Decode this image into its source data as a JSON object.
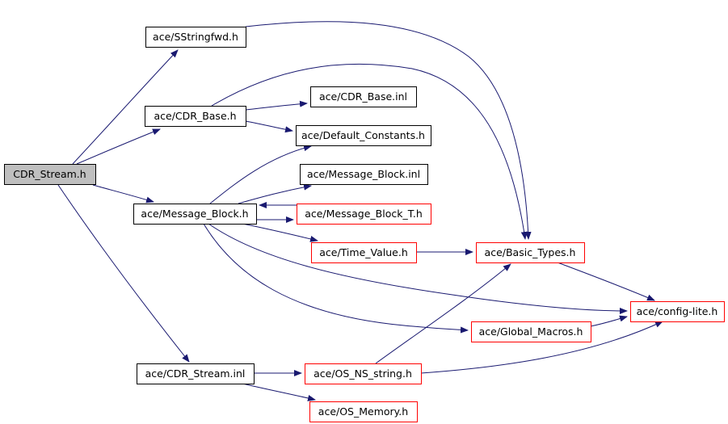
{
  "diagram": {
    "type": "include-dependency-graph",
    "colors": {
      "edge": "#191970",
      "root_fill": "#bfbfbf",
      "node_border_documented": "#000000",
      "node_border_undocumented": "#ff0000"
    },
    "nodes": [
      {
        "id": "cdr_stream_h",
        "label": "CDR_Stream.h",
        "style": "root"
      },
      {
        "id": "sstringfwd_h",
        "label": "ace/SStringfwd.h",
        "style": "black"
      },
      {
        "id": "cdr_base_h",
        "label": "ace/CDR_Base.h",
        "style": "black"
      },
      {
        "id": "cdr_base_inl",
        "label": "ace/CDR_Base.inl",
        "style": "black"
      },
      {
        "id": "default_constants_h",
        "label": "ace/Default_Constants.h",
        "style": "black"
      },
      {
        "id": "message_block_inl",
        "label": "ace/Message_Block.inl",
        "style": "black"
      },
      {
        "id": "message_block_h",
        "label": "ace/Message_Block.h",
        "style": "black"
      },
      {
        "id": "message_block_t_h",
        "label": "ace/Message_Block_T.h",
        "style": "red"
      },
      {
        "id": "time_value_h",
        "label": "ace/Time_Value.h",
        "style": "red"
      },
      {
        "id": "basic_types_h",
        "label": "ace/Basic_Types.h",
        "style": "red"
      },
      {
        "id": "config_lite_h",
        "label": "ace/config-lite.h",
        "style": "red"
      },
      {
        "id": "global_macros_h",
        "label": "ace/Global_Macros.h",
        "style": "red"
      },
      {
        "id": "cdr_stream_inl",
        "label": "ace/CDR_Stream.inl",
        "style": "black"
      },
      {
        "id": "os_ns_string_h",
        "label": "ace/OS_NS_string.h",
        "style": "red"
      },
      {
        "id": "os_memory_h",
        "label": "ace/OS_Memory.h",
        "style": "red"
      }
    ],
    "edges": [
      {
        "from": "cdr_stream_h",
        "to": "sstringfwd_h"
      },
      {
        "from": "cdr_stream_h",
        "to": "cdr_base_h"
      },
      {
        "from": "cdr_stream_h",
        "to": "message_block_h"
      },
      {
        "from": "cdr_stream_h",
        "to": "cdr_stream_inl"
      },
      {
        "from": "sstringfwd_h",
        "to": "basic_types_h"
      },
      {
        "from": "cdr_base_h",
        "to": "basic_types_h"
      },
      {
        "from": "cdr_base_h",
        "to": "cdr_base_inl"
      },
      {
        "from": "cdr_base_h",
        "to": "default_constants_h"
      },
      {
        "from": "message_block_h",
        "to": "default_constants_h"
      },
      {
        "from": "message_block_h",
        "to": "message_block_inl"
      },
      {
        "from": "message_block_h",
        "to": "message_block_t_h"
      },
      {
        "from": "message_block_t_h",
        "to": "message_block_h"
      },
      {
        "from": "message_block_h",
        "to": "time_value_h"
      },
      {
        "from": "message_block_h",
        "to": "config_lite_h"
      },
      {
        "from": "message_block_h",
        "to": "global_macros_h"
      },
      {
        "from": "time_value_h",
        "to": "basic_types_h"
      },
      {
        "from": "basic_types_h",
        "to": "config_lite_h"
      },
      {
        "from": "global_macros_h",
        "to": "config_lite_h"
      },
      {
        "from": "cdr_stream_inl",
        "to": "os_ns_string_h"
      },
      {
        "from": "cdr_stream_inl",
        "to": "os_memory_h"
      },
      {
        "from": "os_ns_string_h",
        "to": "basic_types_h"
      },
      {
        "from": "os_ns_string_h",
        "to": "config_lite_h"
      }
    ]
  }
}
